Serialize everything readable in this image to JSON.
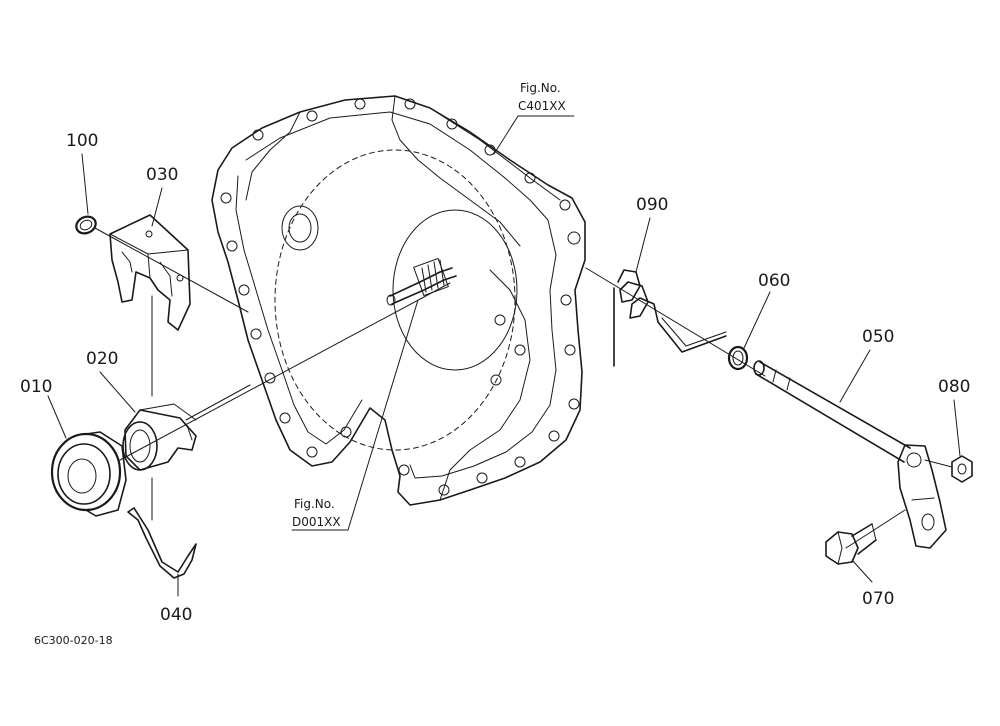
{
  "parts": {
    "p010": "010",
    "p020": "020",
    "p030": "030",
    "p040": "040",
    "p050": "050",
    "p060": "060",
    "p070": "070",
    "p080": "080",
    "p090": "090",
    "p100": "100"
  },
  "refs": {
    "top_fig": "Fig.No.",
    "top_code": "C401XX",
    "bottom_fig": "Fig.No.",
    "bottom_code": "D001XX"
  },
  "drawing_code": "6C300-020-18"
}
